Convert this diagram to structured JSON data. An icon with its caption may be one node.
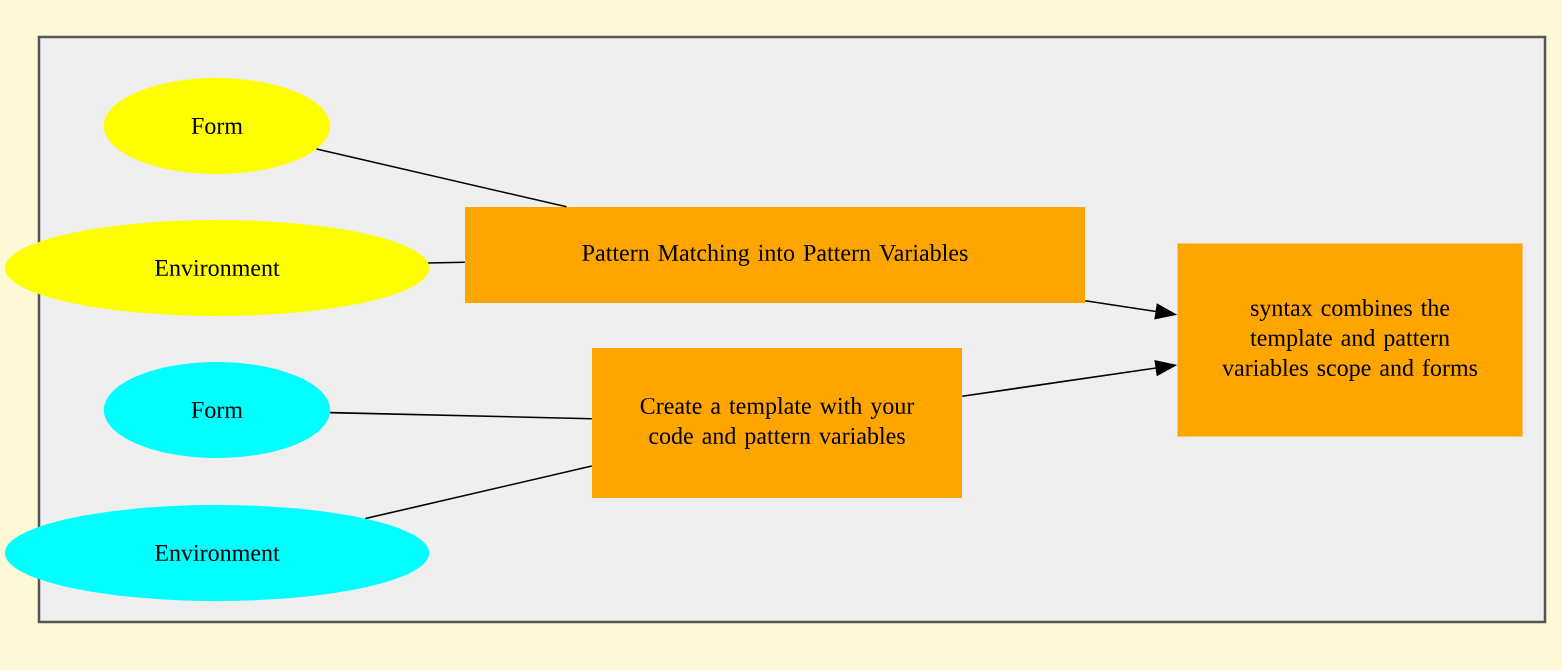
{
  "diagram": {
    "nodes": [
      {
        "text": [
          "Form"
        ]
      },
      {
        "text": [
          "Environment"
        ]
      },
      {
        "text": [
          "Pattern Matching into Pattern Variables"
        ]
      },
      {
        "text": [
          "Form"
        ]
      },
      {
        "text": [
          "Environment"
        ]
      },
      {
        "text": [
          "Create a template with your code and pattern variables"
        ]
      },
      {
        "text": [
          "syntax combines the template and pattern variables scope and forms"
        ]
      }
    ],
    "edges": [
      {
        "from": 0,
        "to": 2,
        "arrow": "none"
      },
      {
        "from": 1,
        "to": 2,
        "arrow": "none"
      },
      {
        "from": 3,
        "to": 5,
        "arrow": "none"
      },
      {
        "from": 4,
        "to": 5,
        "arrow": "none"
      },
      {
        "from": 2,
        "to": 6,
        "arrow": "to"
      },
      {
        "from": 5,
        "to": 6,
        "arrow": "to"
      }
    ]
  }
}
